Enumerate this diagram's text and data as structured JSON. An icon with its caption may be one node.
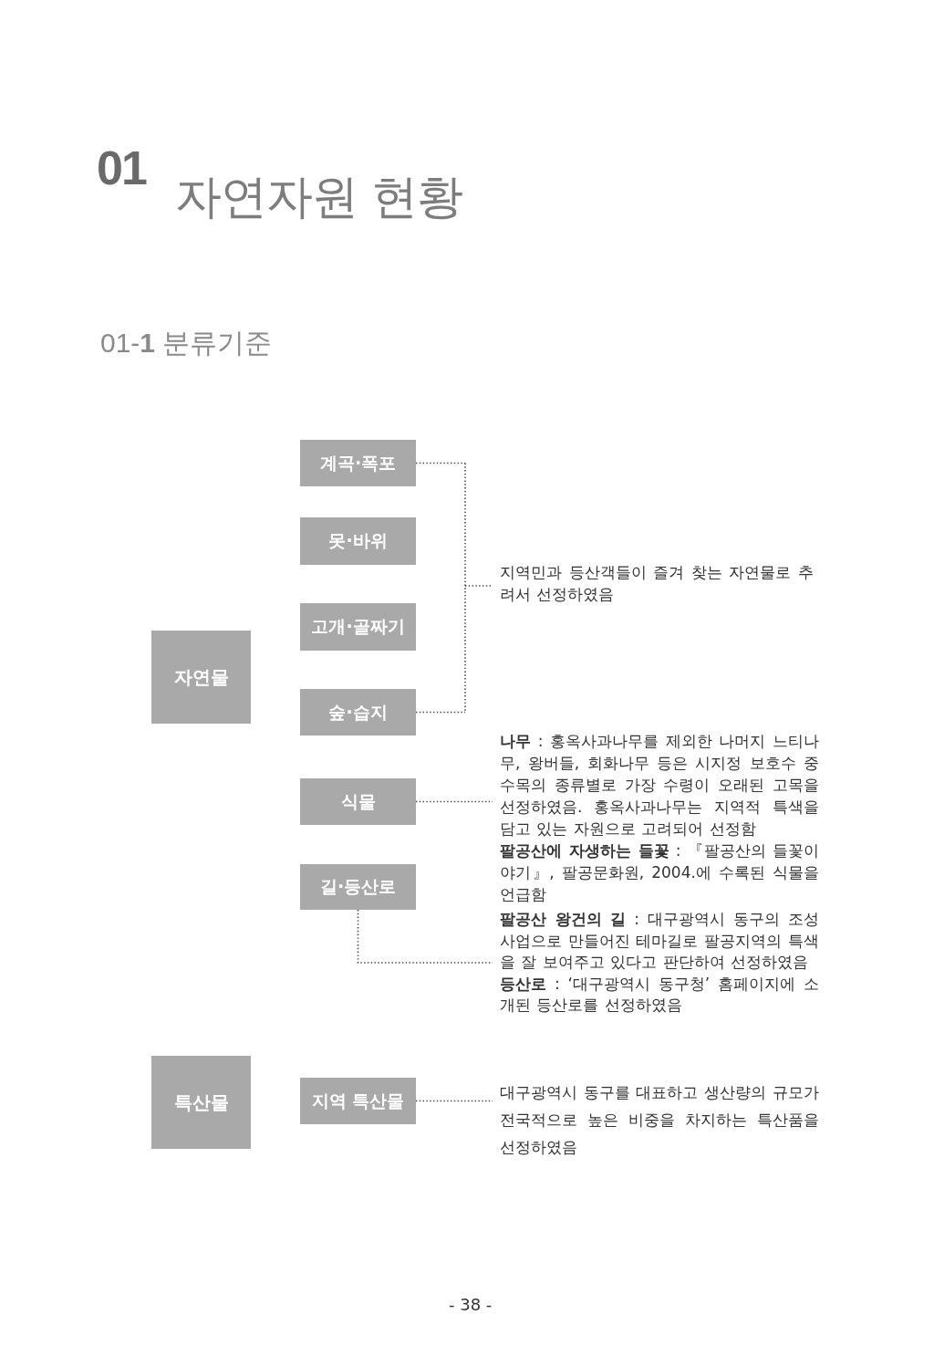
{
  "diagram": {
    "title": "자연자원 현황",
    "nodes": [
      {
        "text": [
          "자연물"
        ]
      },
      {
        "text": [
          "계곡·폭포"
        ]
      },
      {
        "text": [
          "못·바위"
        ]
      },
      {
        "text": [
          "고개·골짜기"
        ]
      },
      {
        "text": [
          "숲·습지"
        ]
      },
      {
        "text": [
          "식물"
        ]
      },
      {
        "text": [
          "길·등산로"
        ]
      },
      {
        "text": [
          "특산물"
        ]
      },
      {
        "text": [
          "지역 특산물"
        ]
      },
      {
        "text": [
          "지역민과 등산객들이 즐겨 찾는 자연물로 추려서 선정하였음"
        ]
      },
      {
        "text": [
          "**나무** : 홍옥사과나무를 제외한 나머지 느티나무, 왕버들, 회화나무 등은 시지정 보호수 중 수목의 종류별로 가장 수령이 오래된 고목을 선정하였음. 홍옥사과나무는 지역적 특색을 담고 있는 자원으로 고려되어 선정함",
          "**팔공산에 자생하는 들꽃** : 『팔공산의 들꽃이야기』, 팔공문화원, 2004.에 수록된 식물을 언급함"
        ]
      },
      {
        "text": [
          "**팔공산 왕건의 길** : 대구광역시 동구의 조성사업으로 만들어진 테마길로 팔공지역의 특색을 잘 보여주고 있다고 판단하여 선정하였음",
          "**등산로** : ‘대구광역시 동구청’ 홈페이지에 소개된 등산로를 선정하였음"
        ]
      },
      {
        "text": [
          "대구광역시 동구를 대표하고 생산량의 규모가 전국적으로 높은 비중을 차지하는 특산품을 선정하였음"
        ]
      }
    ],
    "edges": [
      {
        "from": 1,
        "to": 9,
        "arrow": "none"
      },
      {
        "from": 4,
        "to": 9,
        "arrow": "none"
      },
      {
        "from": 5,
        "to": 10,
        "arrow": "none"
      },
      {
        "from": 6,
        "to": 11,
        "arrow": "none"
      },
      {
        "from": 8,
        "to": 12,
        "arrow": "none"
      }
    ],
    "labels": [
      "01",
      "01-**1** 분류기준",
      "- 38 -"
    ]
  }
}
